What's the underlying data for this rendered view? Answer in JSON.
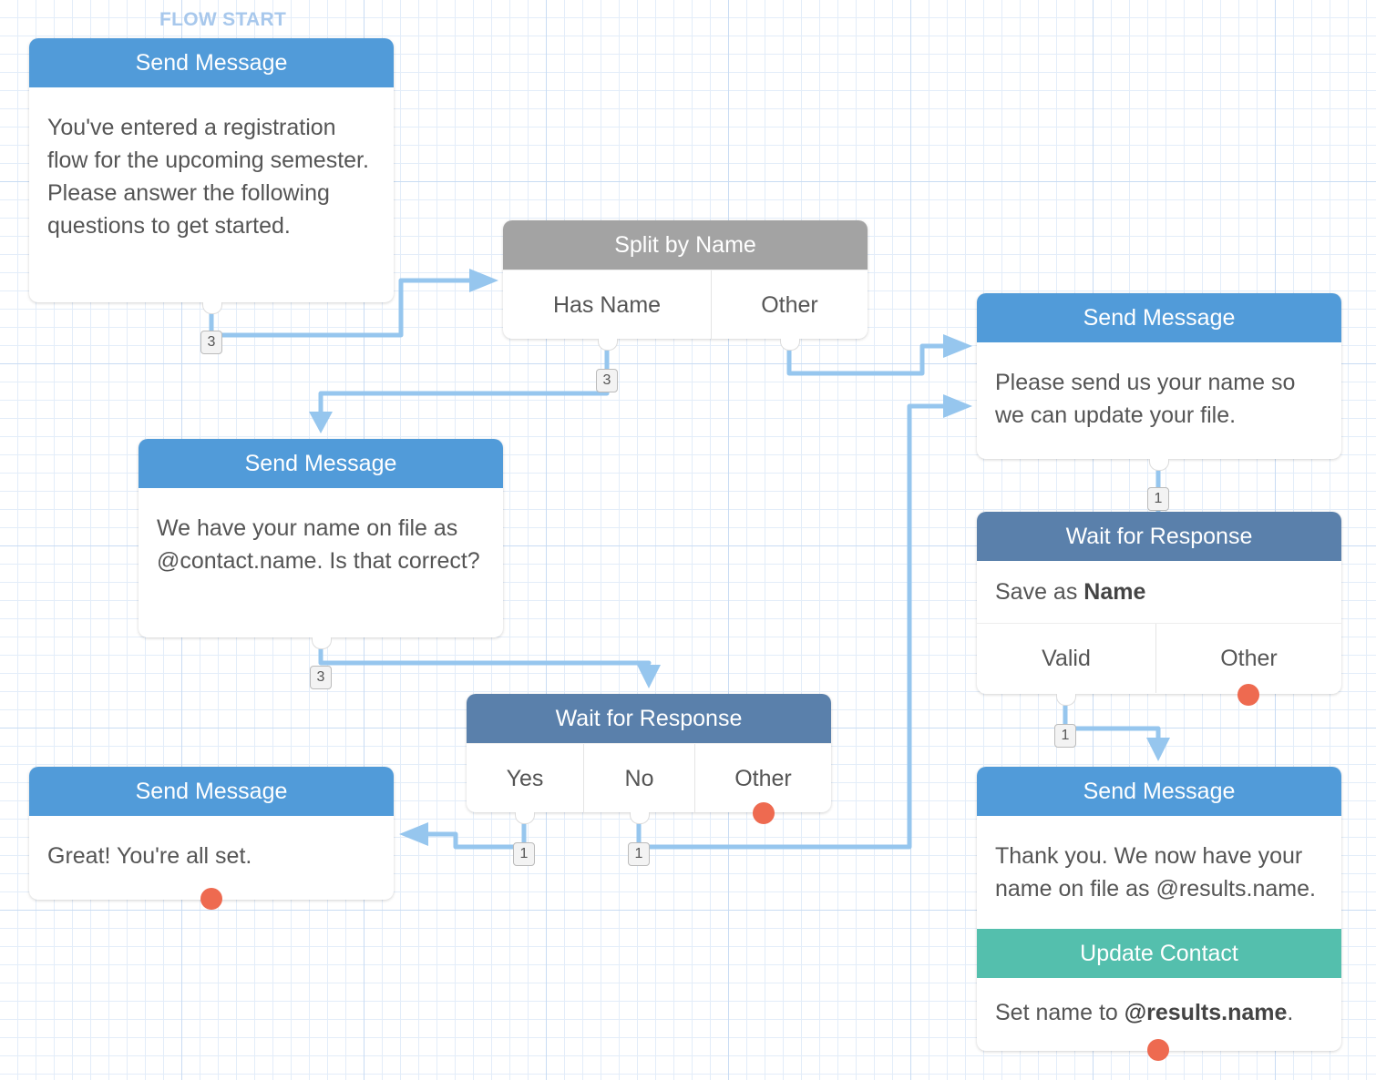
{
  "canvas": {
    "flow_start_label": "FLOW START",
    "colors": {
      "send_message_header": "#519bd9",
      "split_header": "#a3a3a3",
      "wait_header": "#5a80ab",
      "update_contact_header": "#54bfad",
      "connector": "#96c6ee",
      "missing_exit_dot": "#ee6a50"
    }
  },
  "nodes": {
    "intro": {
      "title": "Send Message",
      "text": "You've entered a registration flow for the upcoming semester. Please answer the following questions to get started.",
      "exit_count": "3"
    },
    "split": {
      "title": "Split by Name",
      "exits": [
        "Has Name",
        "Other"
      ],
      "exit_count": "3"
    },
    "confirm": {
      "title": "Send Message",
      "text": "We have your name on file as @contact.name. Is that correct?",
      "exit_count": "3"
    },
    "wait_confirm": {
      "title": "Wait for Response",
      "exits": [
        "Yes",
        "No",
        "Other"
      ],
      "exit_counts": [
        "1",
        "1"
      ]
    },
    "done": {
      "title": "Send Message",
      "text": "Great! You're all set."
    },
    "ask_name": {
      "title": "Send Message",
      "text": "Please send us your name so we can update your file.",
      "exit_count": "1"
    },
    "wait_name": {
      "title": "Wait for Response",
      "save_prefix": "Save as",
      "save_var": "Name",
      "exits": [
        "Valid",
        "Other"
      ],
      "exit_count": "1"
    },
    "thanks": {
      "title": "Send Message",
      "text": "Thank you. We now have your name on file as @results.name.",
      "action_title": "Update Contact",
      "action_prefix": "Set name to",
      "action_var": "@results.name",
      "action_suffix": "."
    }
  }
}
